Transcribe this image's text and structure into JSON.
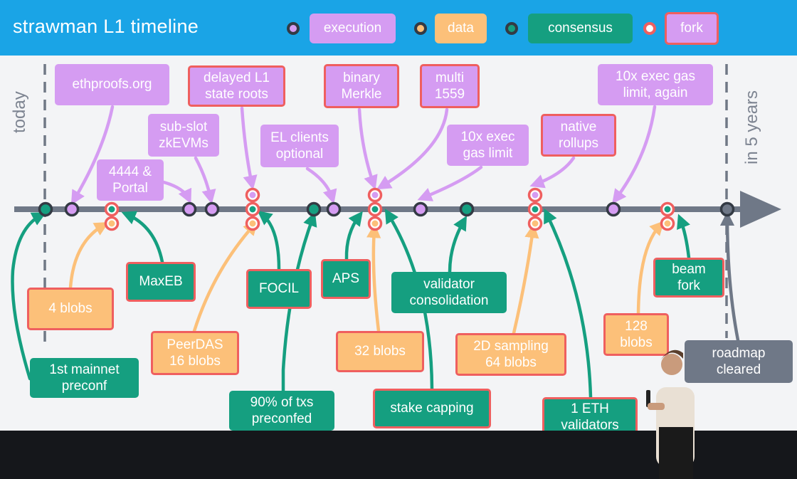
{
  "title": "strawman L1 timeline",
  "colors": {
    "execution": "#d59cf2",
    "data": "#fcc079",
    "consensus": "#159f80",
    "fork": "#ef5f5f",
    "neutral": "#6f7887",
    "axis": "#6f7887",
    "header": "#1aa4e6"
  },
  "legend": [
    {
      "label": "execution",
      "type": "execution"
    },
    {
      "label": "data",
      "type": "data"
    },
    {
      "label": "consensus",
      "type": "consensus"
    },
    {
      "label": "fork",
      "type": "fork"
    }
  ],
  "labels": {
    "today": "today",
    "in5": "in 5 years"
  },
  "milestones": [
    {
      "id": "ethproofs",
      "text": "ethproofs.org",
      "type": "execution",
      "fork": false
    },
    {
      "id": "delayed",
      "text": "delayed L1\nstate roots",
      "type": "execution",
      "fork": true
    },
    {
      "id": "binary",
      "text": "binary\nMerkle",
      "type": "execution",
      "fork": true
    },
    {
      "id": "multi",
      "text": "multi\n1559",
      "type": "execution",
      "fork": true
    },
    {
      "id": "exec10x2",
      "text": "10x exec gas\nlimit, again",
      "type": "execution",
      "fork": false
    },
    {
      "id": "subslot",
      "text": "sub-slot\nzkEVMs",
      "type": "execution",
      "fork": false
    },
    {
      "id": "elclients",
      "text": "EL clients\noptional",
      "type": "execution",
      "fork": false
    },
    {
      "id": "native",
      "text": "native\nrollups",
      "type": "execution",
      "fork": true
    },
    {
      "id": "exec10x",
      "text": "10x exec\ngas limit",
      "type": "execution",
      "fork": false
    },
    {
      "id": "portal",
      "text": "4444 &\nPortal",
      "type": "execution",
      "fork": false
    },
    {
      "id": "maxeb",
      "text": "MaxEB",
      "type": "consensus",
      "fork": true
    },
    {
      "id": "focil",
      "text": "FOCIL",
      "type": "consensus",
      "fork": true
    },
    {
      "id": "aps",
      "text": "APS",
      "type": "consensus",
      "fork": true
    },
    {
      "id": "valcons",
      "text": "validator\nconsolidation",
      "type": "consensus",
      "fork": false
    },
    {
      "id": "beam",
      "text": "beam\nfork",
      "type": "consensus",
      "fork": true
    },
    {
      "id": "blobs4",
      "text": "4 blobs",
      "type": "data",
      "fork": true
    },
    {
      "id": "peerdas",
      "text": "PeerDAS\n16 blobs",
      "type": "data",
      "fork": true
    },
    {
      "id": "blobs32",
      "text": "32 blobs",
      "type": "data",
      "fork": true
    },
    {
      "id": "sampling",
      "text": "2D sampling\n64 blobs",
      "type": "data",
      "fork": true
    },
    {
      "id": "blobs128",
      "text": "128\nblobs",
      "type": "data",
      "fork": true
    },
    {
      "id": "roadmap",
      "text": "roadmap\ncleared",
      "type": "neutral",
      "fork": false
    },
    {
      "id": "preconf",
      "text": "1st mainnet\npreconf",
      "type": "consensus",
      "fork": false
    },
    {
      "id": "txs90",
      "text": "90% of txs\npreconfed",
      "type": "consensus",
      "fork": false
    },
    {
      "id": "capping",
      "text": "stake capping",
      "type": "consensus",
      "fork": true
    },
    {
      "id": "eth1",
      "text": "1 ETH\nvalidators",
      "type": "consensus",
      "fork": true
    }
  ]
}
